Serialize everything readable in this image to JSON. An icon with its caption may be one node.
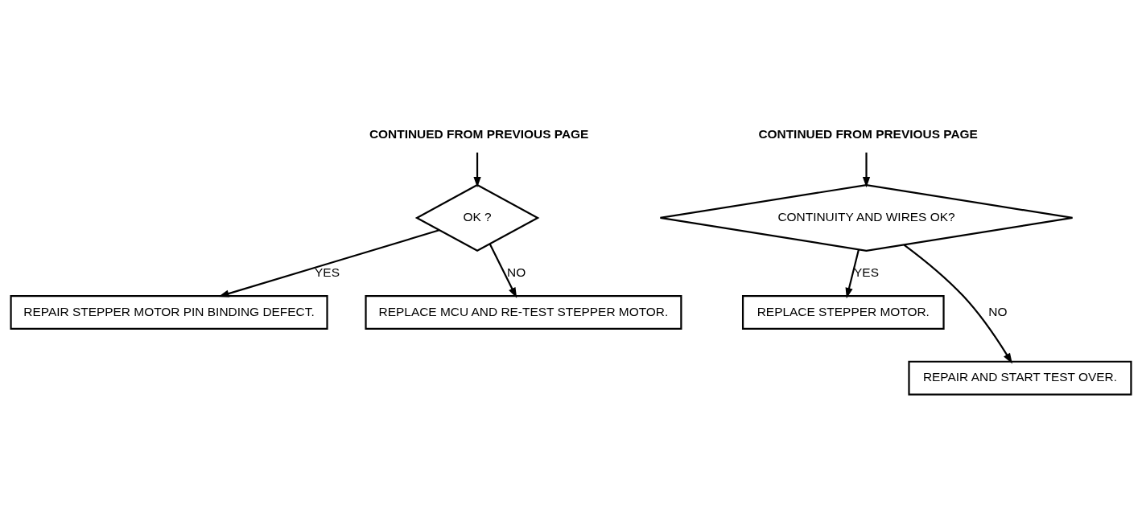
{
  "diagram": {
    "nodes": [
      {
        "text": [
          "CONTINUED FROM PREVIOUS PAGE"
        ]
      },
      {
        "text": [
          "OK ?"
        ]
      },
      {
        "text": [
          "REPAIR STEPPER MOTOR PIN BINDING DEFECT."
        ]
      },
      {
        "text": [
          "REPLACE MCU AND RE-TEST STEPPER MOTOR."
        ]
      },
      {
        "text": [
          "CONTINUED FROM PREVIOUS PAGE"
        ]
      },
      {
        "text": [
          "CONTINUITY AND WIRES OK?"
        ]
      },
      {
        "text": [
          "REPLACE STEPPER MOTOR."
        ]
      },
      {
        "text": [
          "REPAIR AND START TEST OVER."
        ]
      }
    ],
    "edges": [
      {
        "from": 0,
        "to": 1,
        "arrow": "to"
      },
      {
        "from": 1,
        "to": 2,
        "arrow": "to",
        "label": "YES"
      },
      {
        "from": 1,
        "to": 3,
        "arrow": "to",
        "label": "NO"
      },
      {
        "from": 4,
        "to": 5,
        "arrow": "to"
      },
      {
        "from": 5,
        "to": 7,
        "arrow": "to",
        "label": "NO"
      },
      {
        "from": 5,
        "to": 6,
        "arrow": "to",
        "label": "YES"
      }
    ]
  }
}
